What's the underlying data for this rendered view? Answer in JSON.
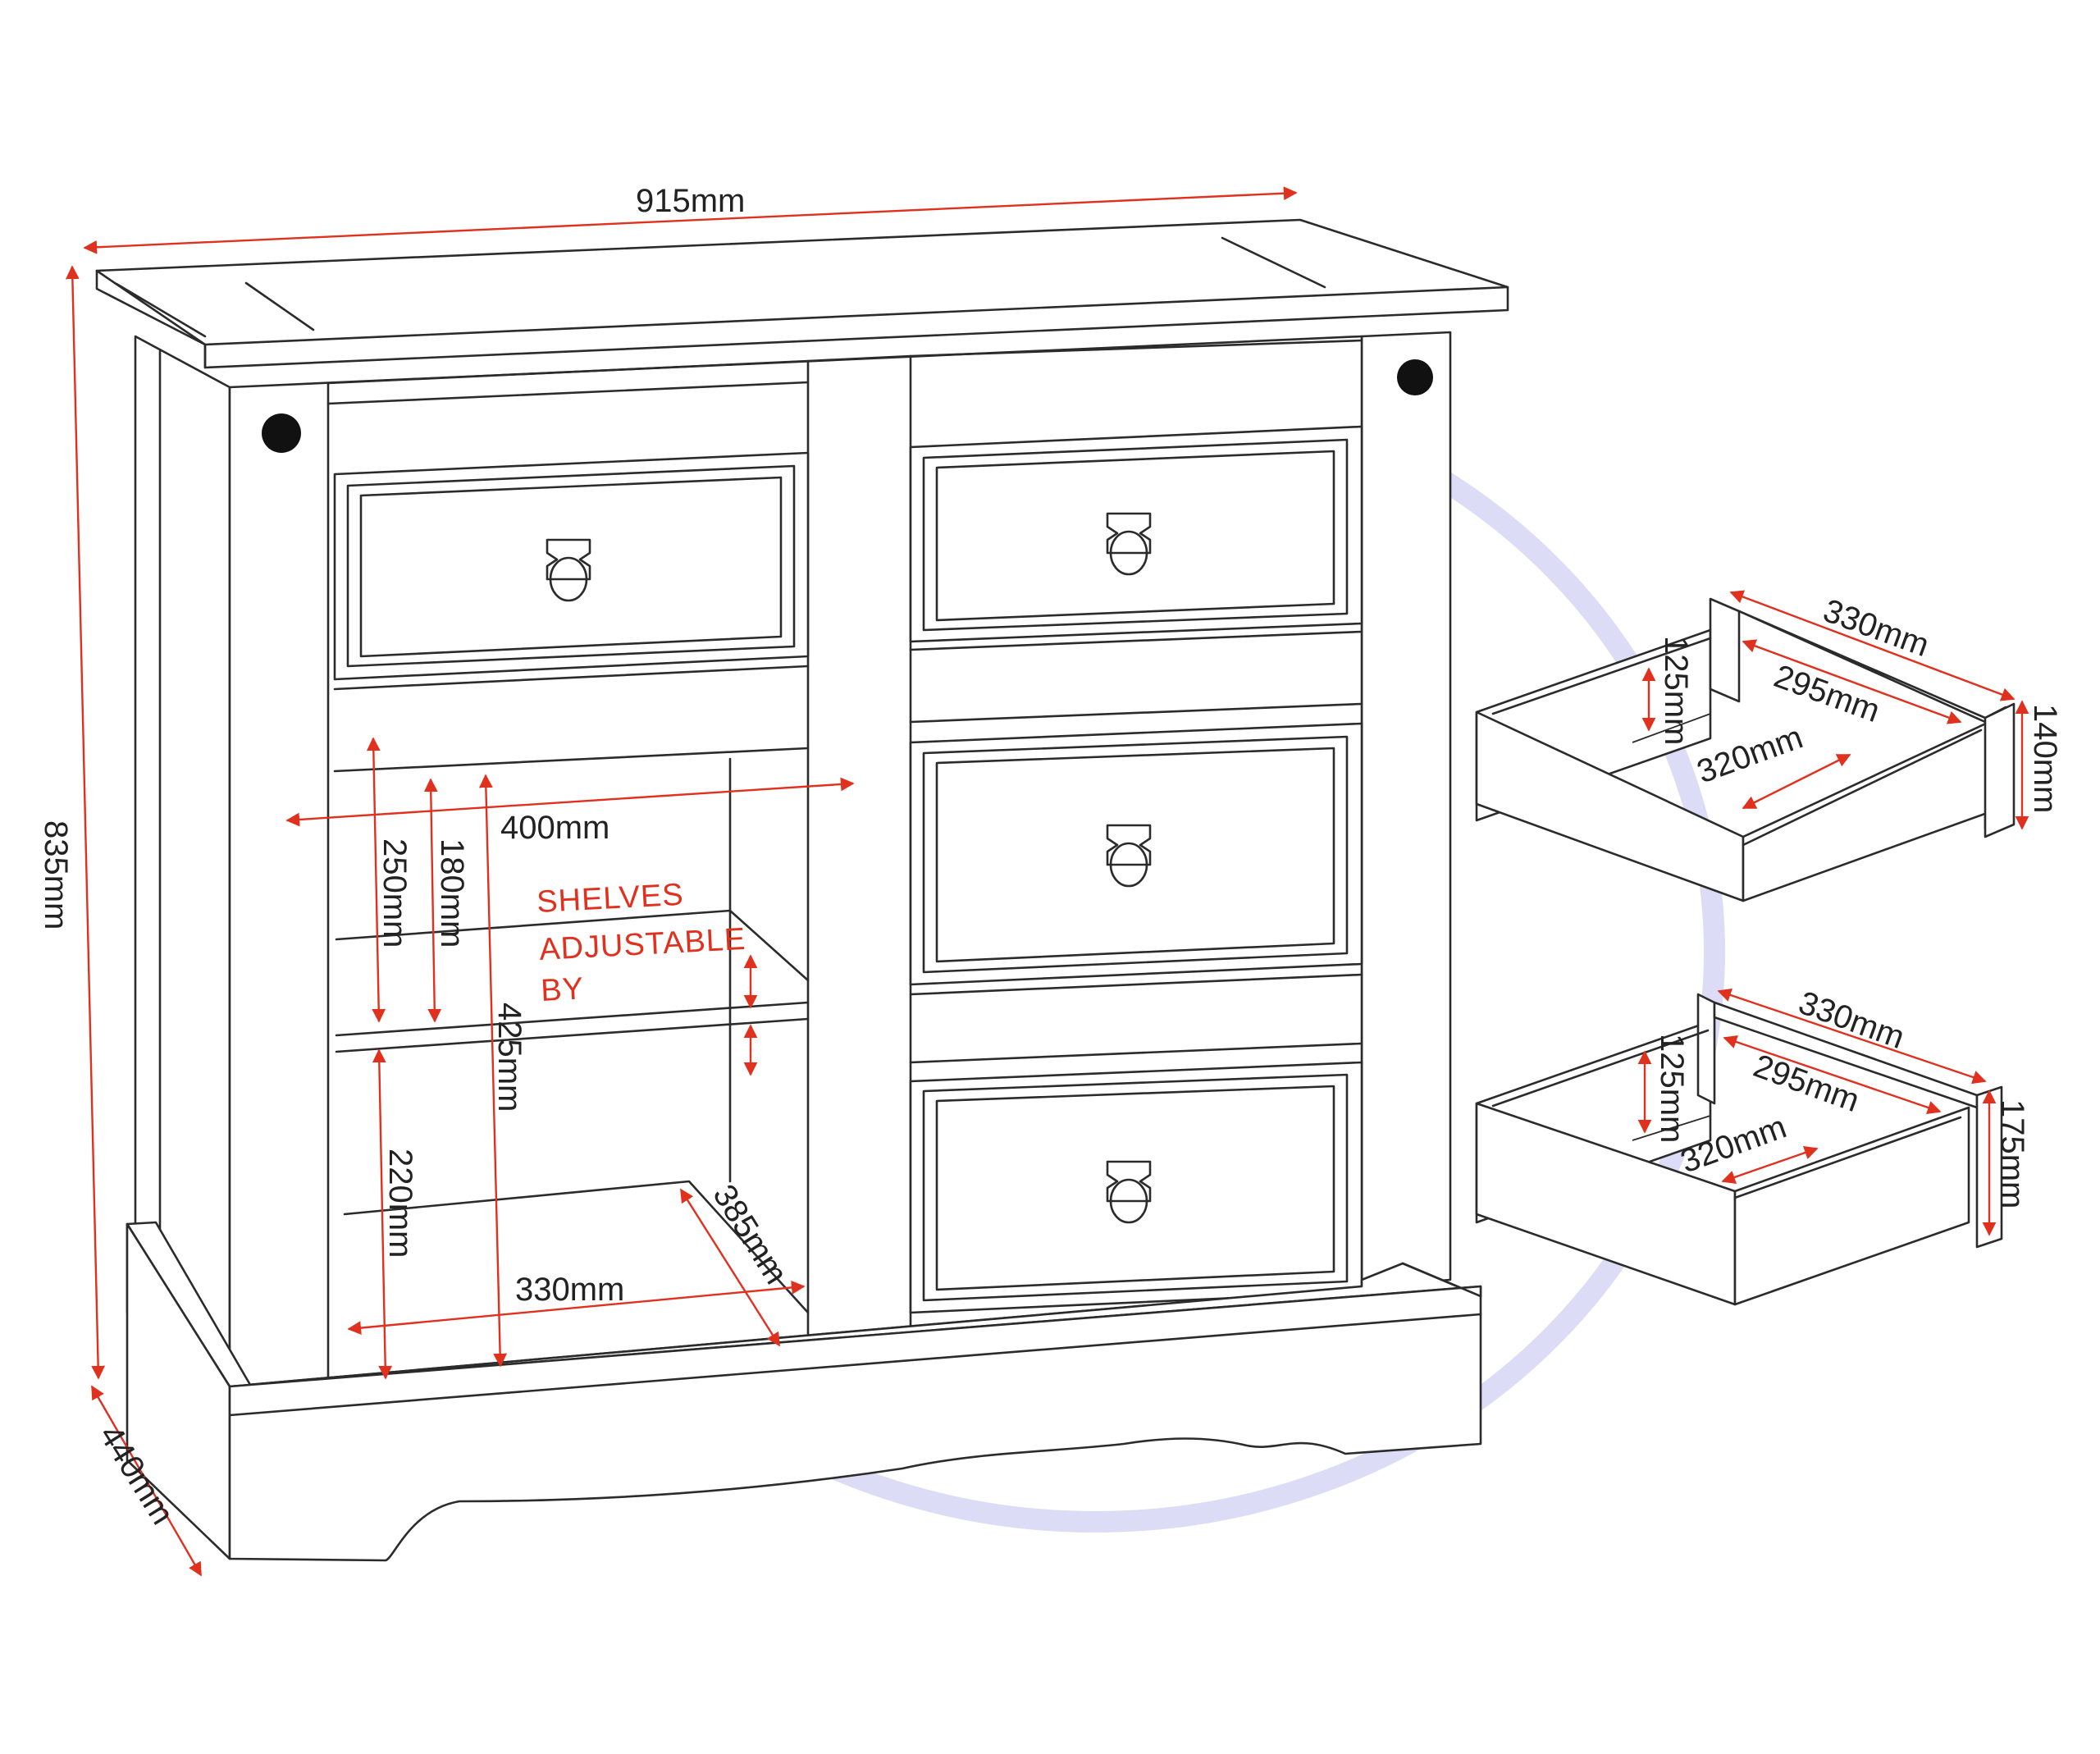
{
  "colors": {
    "line": "#2b2b2b",
    "dimension": "#e0301e",
    "watermark": "#dcdcf6",
    "text": "#222222"
  },
  "dimensions": {
    "overall_width": "915mm",
    "overall_height": "835mm",
    "overall_depth": "440mm",
    "shelf_width": "400mm",
    "shelf_gap_top": "250mm",
    "shelf_gap_inner": "180mm",
    "cupboard_height": "425mm",
    "shelf_gap_bottom": "220mm",
    "cupboard_depth": "385mm",
    "cupboard_inner_width": "330mm"
  },
  "note_lines": [
    "SHELVES",
    "ADJUSTABLE",
    "BY"
  ],
  "drawer_small": {
    "outer_depth": "330mm",
    "inner_depth": "295mm",
    "inner_width": "320mm",
    "inner_height": "125mm",
    "outer_height": "140mm"
  },
  "drawer_large": {
    "outer_depth": "330mm",
    "inner_depth": "295mm",
    "inner_width": "320mm",
    "inner_height": "125mm",
    "outer_height": "175mm"
  }
}
